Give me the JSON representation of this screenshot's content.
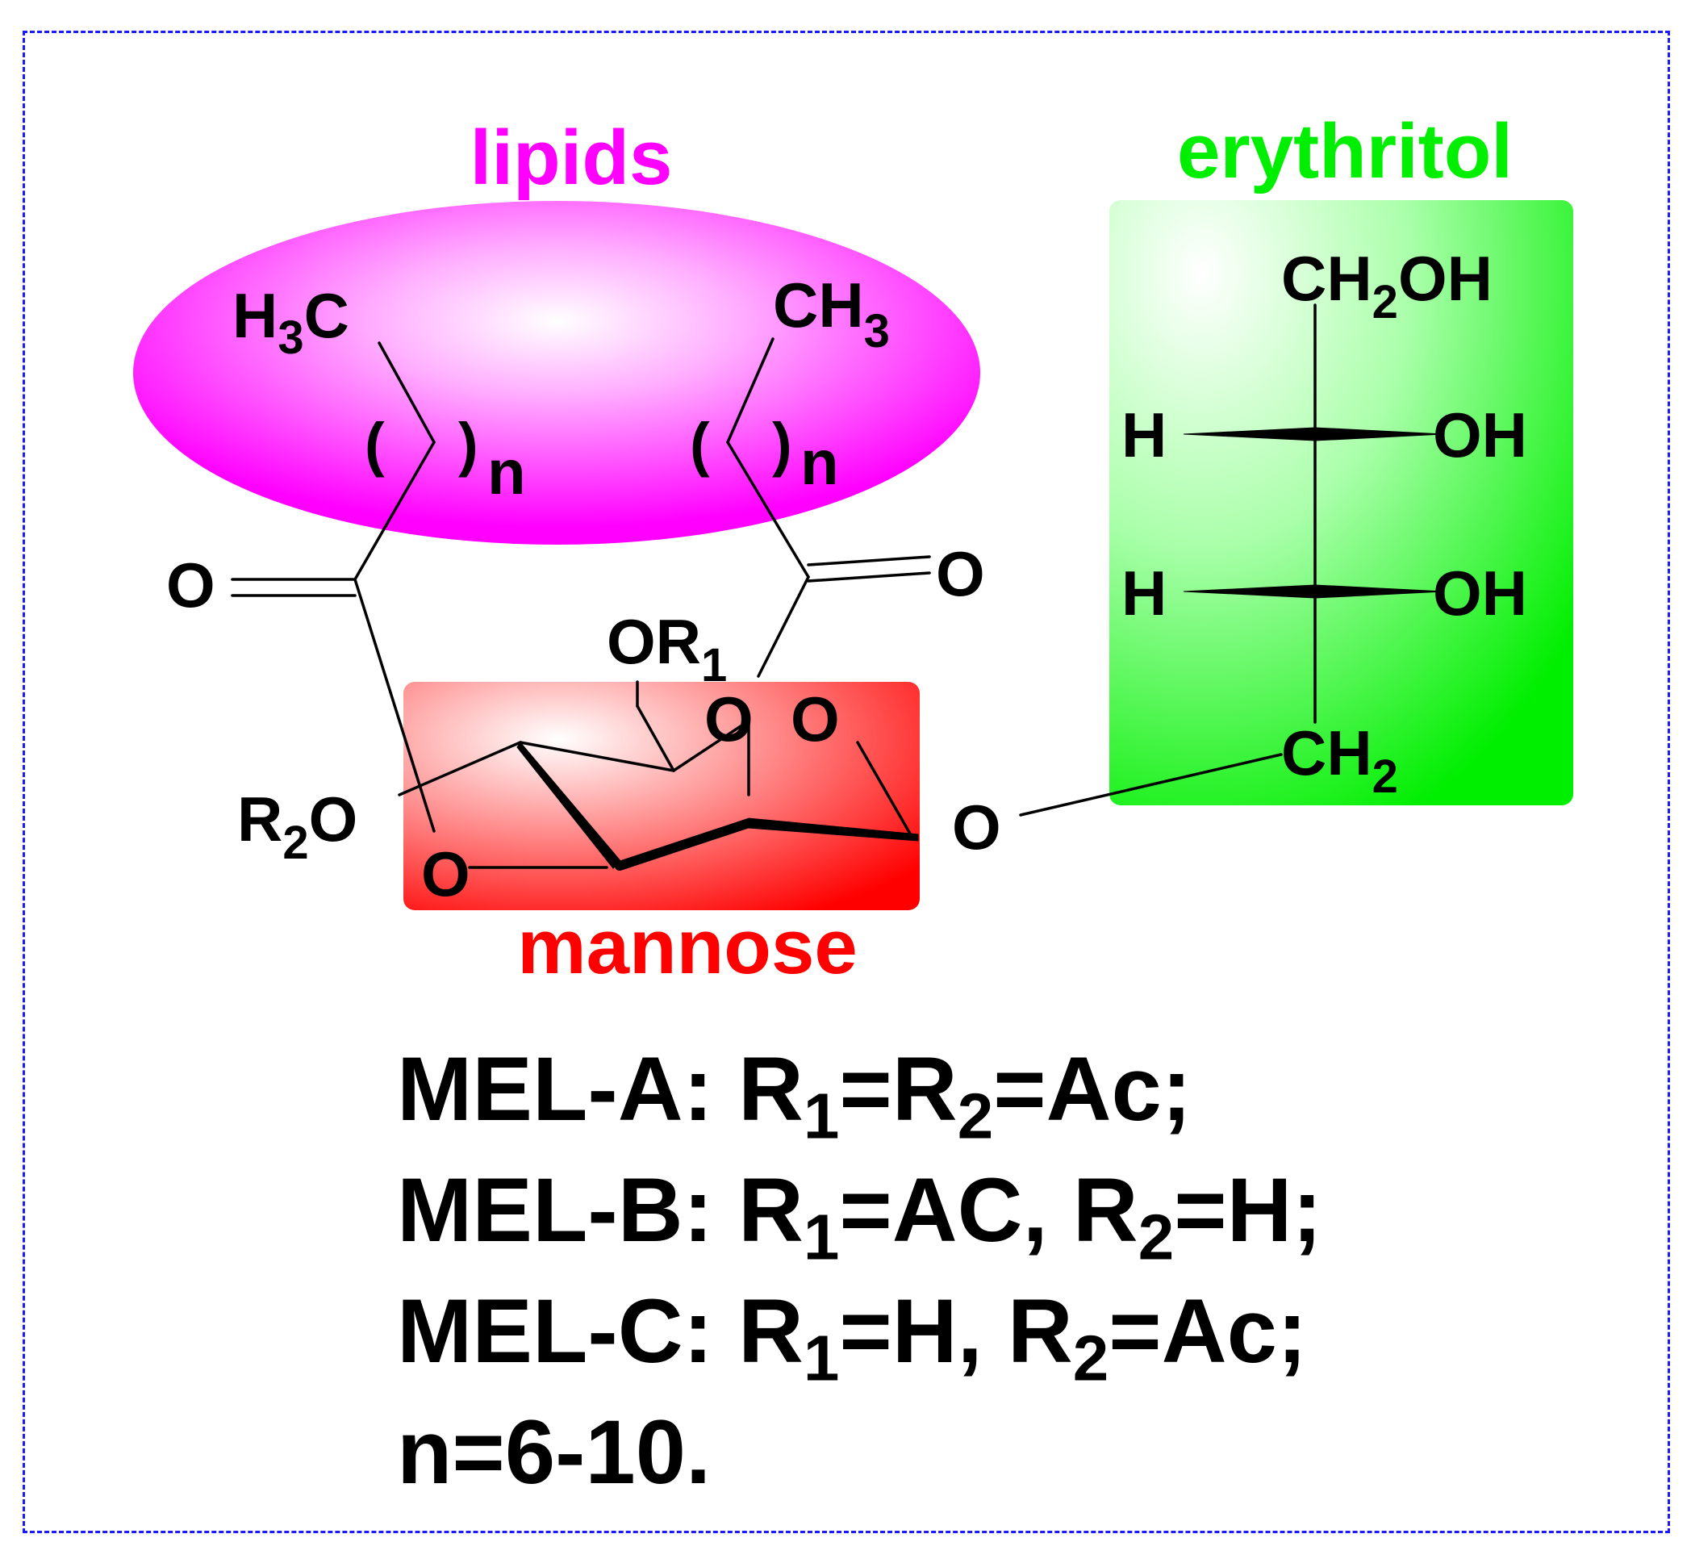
{
  "regions": {
    "lipids": {
      "label": "lipids",
      "color": "#ff00ff"
    },
    "erythritol": {
      "label": "erythritol",
      "color": "#00ee00"
    },
    "mannose": {
      "label": "mannose",
      "color": "#ff0000"
    }
  },
  "atoms": {
    "h3c": {
      "main": "H",
      "sub": "3",
      "tail": "C"
    },
    "ch3": {
      "main": "CH",
      "sub": "3"
    },
    "n_left": "n",
    "n_right": "n",
    "paren_open": "(",
    "paren_close": ")",
    "o_left": "O",
    "o_right": "O",
    "or1": {
      "main": "OR",
      "sub": "1"
    },
    "r2o": {
      "main": "R",
      "sub": "2",
      "tail": "O"
    },
    "o_ring_a": "O",
    "o_ring_b": "O",
    "o_bottom": "O",
    "o_glycoside": "O",
    "ch2oh": {
      "main": "CH",
      "sub": "2",
      "tail": "OH"
    },
    "h_top": "H",
    "oh_top": "OH",
    "h_mid": "H",
    "oh_mid": "OH",
    "ch2": {
      "main": "CH",
      "sub": "2"
    }
  },
  "legend": {
    "mel_a": {
      "name": "MEL-A: R",
      "s1": "1",
      "mid": "=R",
      "s2": "2",
      "end": "=Ac;"
    },
    "mel_b": {
      "name": "MEL-B: R",
      "s1": "1",
      "mid": "=AC, R",
      "s2": "2",
      "end": "=H;"
    },
    "mel_c": {
      "name": "MEL-C: R",
      "s1": "1",
      "mid": "=H, R",
      "s2": "2",
      "end": "=Ac;"
    },
    "n_range": "n=6-10."
  }
}
